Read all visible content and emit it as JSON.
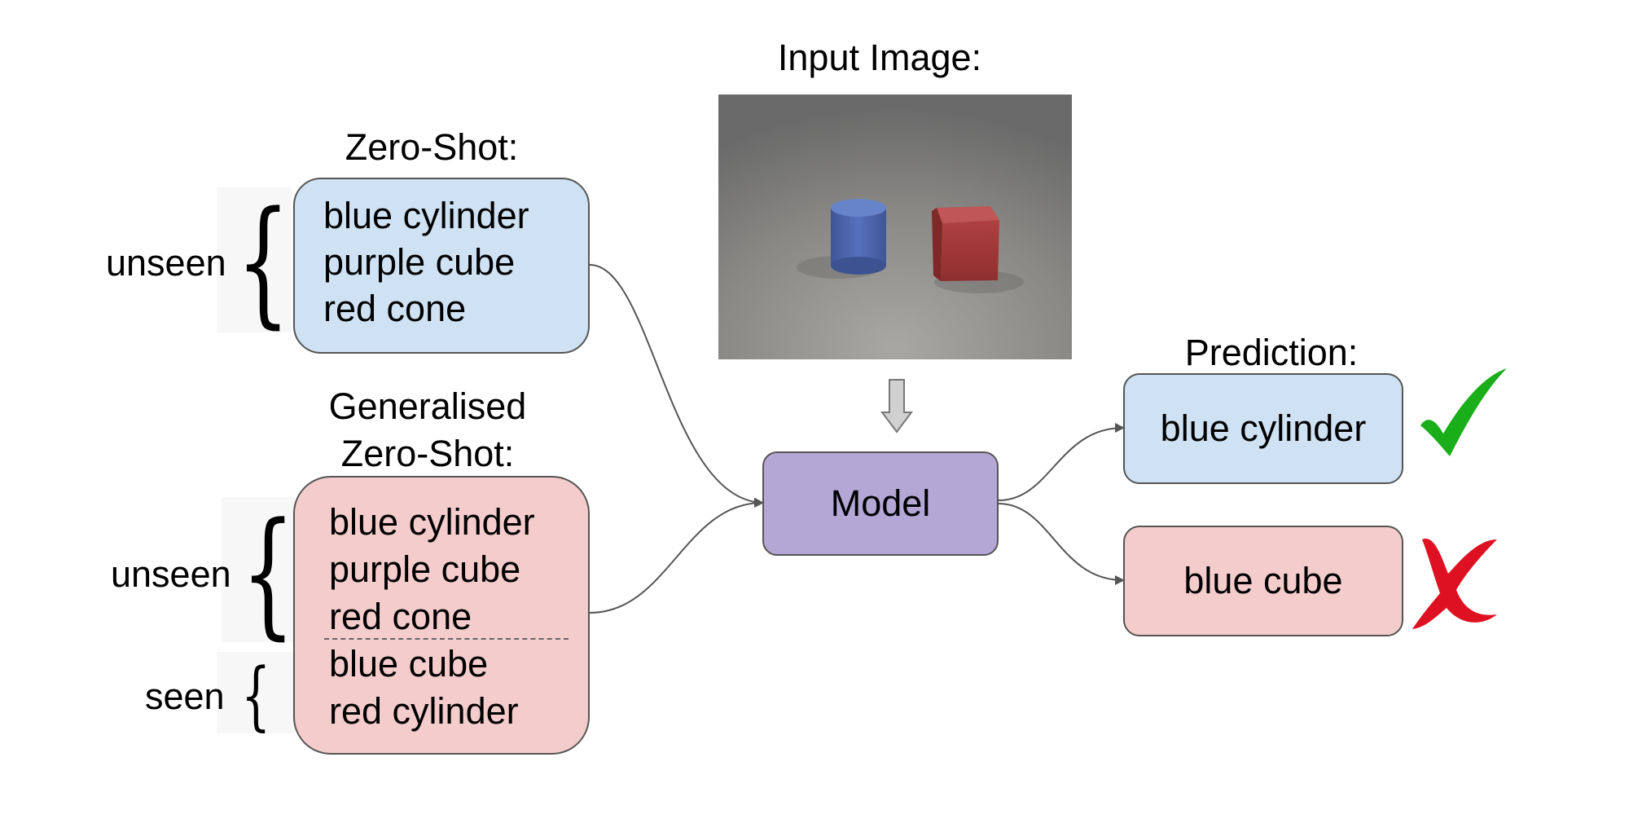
{
  "input_image": {
    "title": "Input Image:"
  },
  "zero_shot": {
    "title": "Zero-Shot:",
    "group_label": "unseen",
    "items": [
      "blue cylinder",
      "purple cube",
      "red cone"
    ]
  },
  "generalised": {
    "title_line1": "Generalised",
    "title_line2": "Zero-Shot:",
    "unseen_label": "unseen",
    "seen_label": "seen",
    "unseen_items": [
      "blue cylinder",
      "purple cube",
      "red cone"
    ],
    "seen_items": [
      "blue cube",
      "red cylinder"
    ]
  },
  "model": {
    "label": "Model"
  },
  "prediction": {
    "title": "Prediction:",
    "correct": "blue cylinder",
    "wrong": "blue cube"
  },
  "colors": {
    "zero_shot_box": "#cfe2f3",
    "generalised_box": "#f4cccc",
    "model_box": "#b4a7d6",
    "check": "#1aae1a",
    "cross": "#dd1122"
  },
  "icons": {
    "correct": "checkmark-icon",
    "wrong": "cross-icon",
    "flow": "down-arrow-icon"
  }
}
